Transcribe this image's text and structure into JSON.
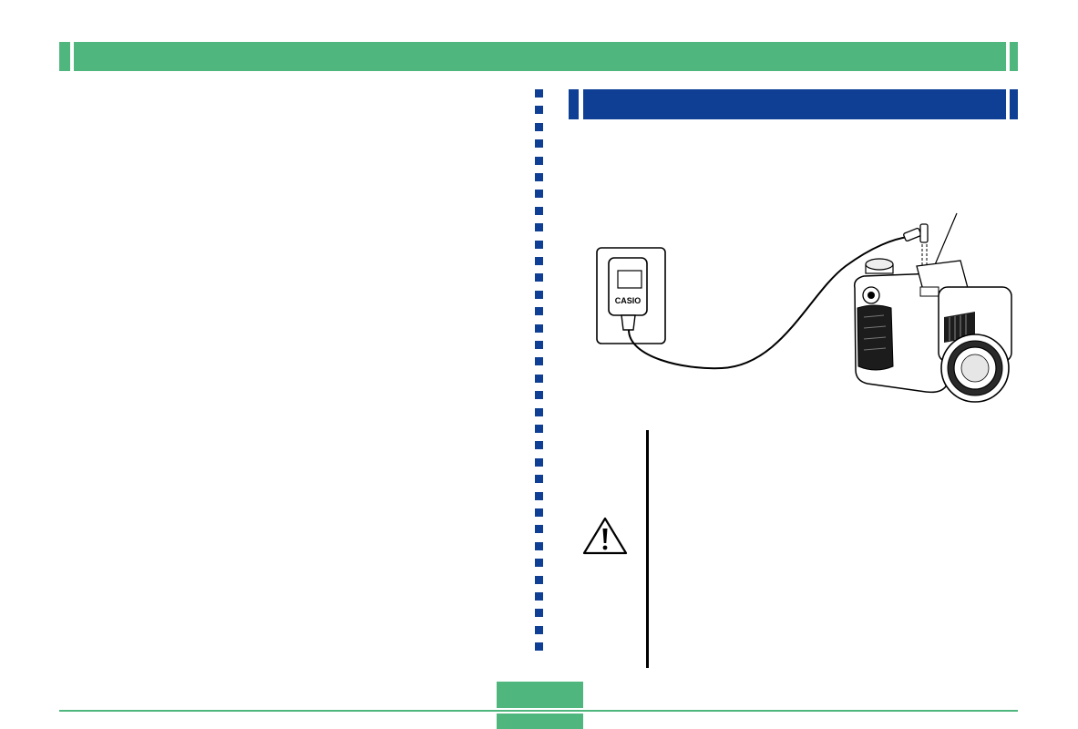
{
  "colors": {
    "chapter_bar": "#4fb67e",
    "section_bar": "#0e3f95",
    "ink": "#000000"
  },
  "illustration": {
    "adaptor_brand": "CASIO",
    "parts": [
      "wall-outlet",
      "ac-adaptor",
      "power-cable",
      "dc-plug",
      "camera"
    ]
  },
  "caution": {
    "icon": "caution-icon"
  }
}
